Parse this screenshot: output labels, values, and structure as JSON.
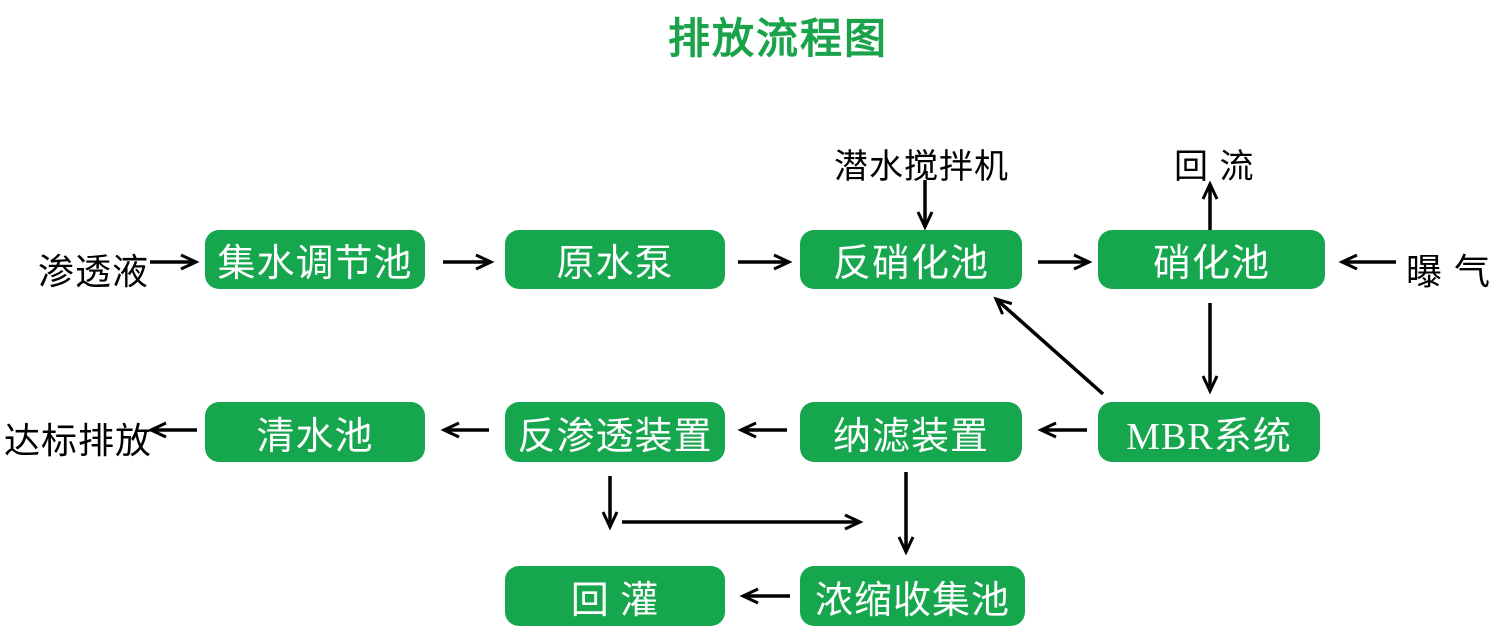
{
  "title": "排放流程图",
  "colors": {
    "box_green": "#16a64d",
    "title_green": "#1aa34a",
    "arrow_black": "#000000"
  },
  "diagram": {
    "nodes": {
      "collection_tank": "集水调节池",
      "raw_water_pump": "原水泵",
      "denitrification_tank": "反硝化池",
      "nitrification_tank": "硝化池",
      "clean_water_tank": "清水池",
      "reverse_osmosis": "反渗透装置",
      "nanofiltration": "纳滤装置",
      "mbr_system": "MBR系统",
      "reinjection": "回 灌",
      "concentrate_tank": "浓缩收集池"
    },
    "labels": {
      "inflow": "渗透液",
      "aeration": "曝 气",
      "mixer": "潜水搅拌机",
      "reflux": "回 流",
      "discharge": "达标排放"
    },
    "edges": [
      "渗透液 → 集水调节池",
      "集水调节池 → 原水泵",
      "原水泵 → 反硝化池",
      "反硝化池 → 硝化池",
      "曝气 → 硝化池",
      "潜水搅拌机 → 反硝化池",
      "硝化池 → 回流(上)",
      "硝化池 → MBR系统",
      "MBR系统 → 反硝化池(斜向回流)",
      "MBR系统 → 纳滤装置",
      "纳滤装置 → 反渗透装置",
      "反渗透装置 → 清水池",
      "清水池 → 达标排放",
      "反渗透装置 → 下行支路 → 浓缩收集池",
      "纳滤装置 → 浓缩收集池",
      "浓缩收集池 → 回灌"
    ]
  }
}
